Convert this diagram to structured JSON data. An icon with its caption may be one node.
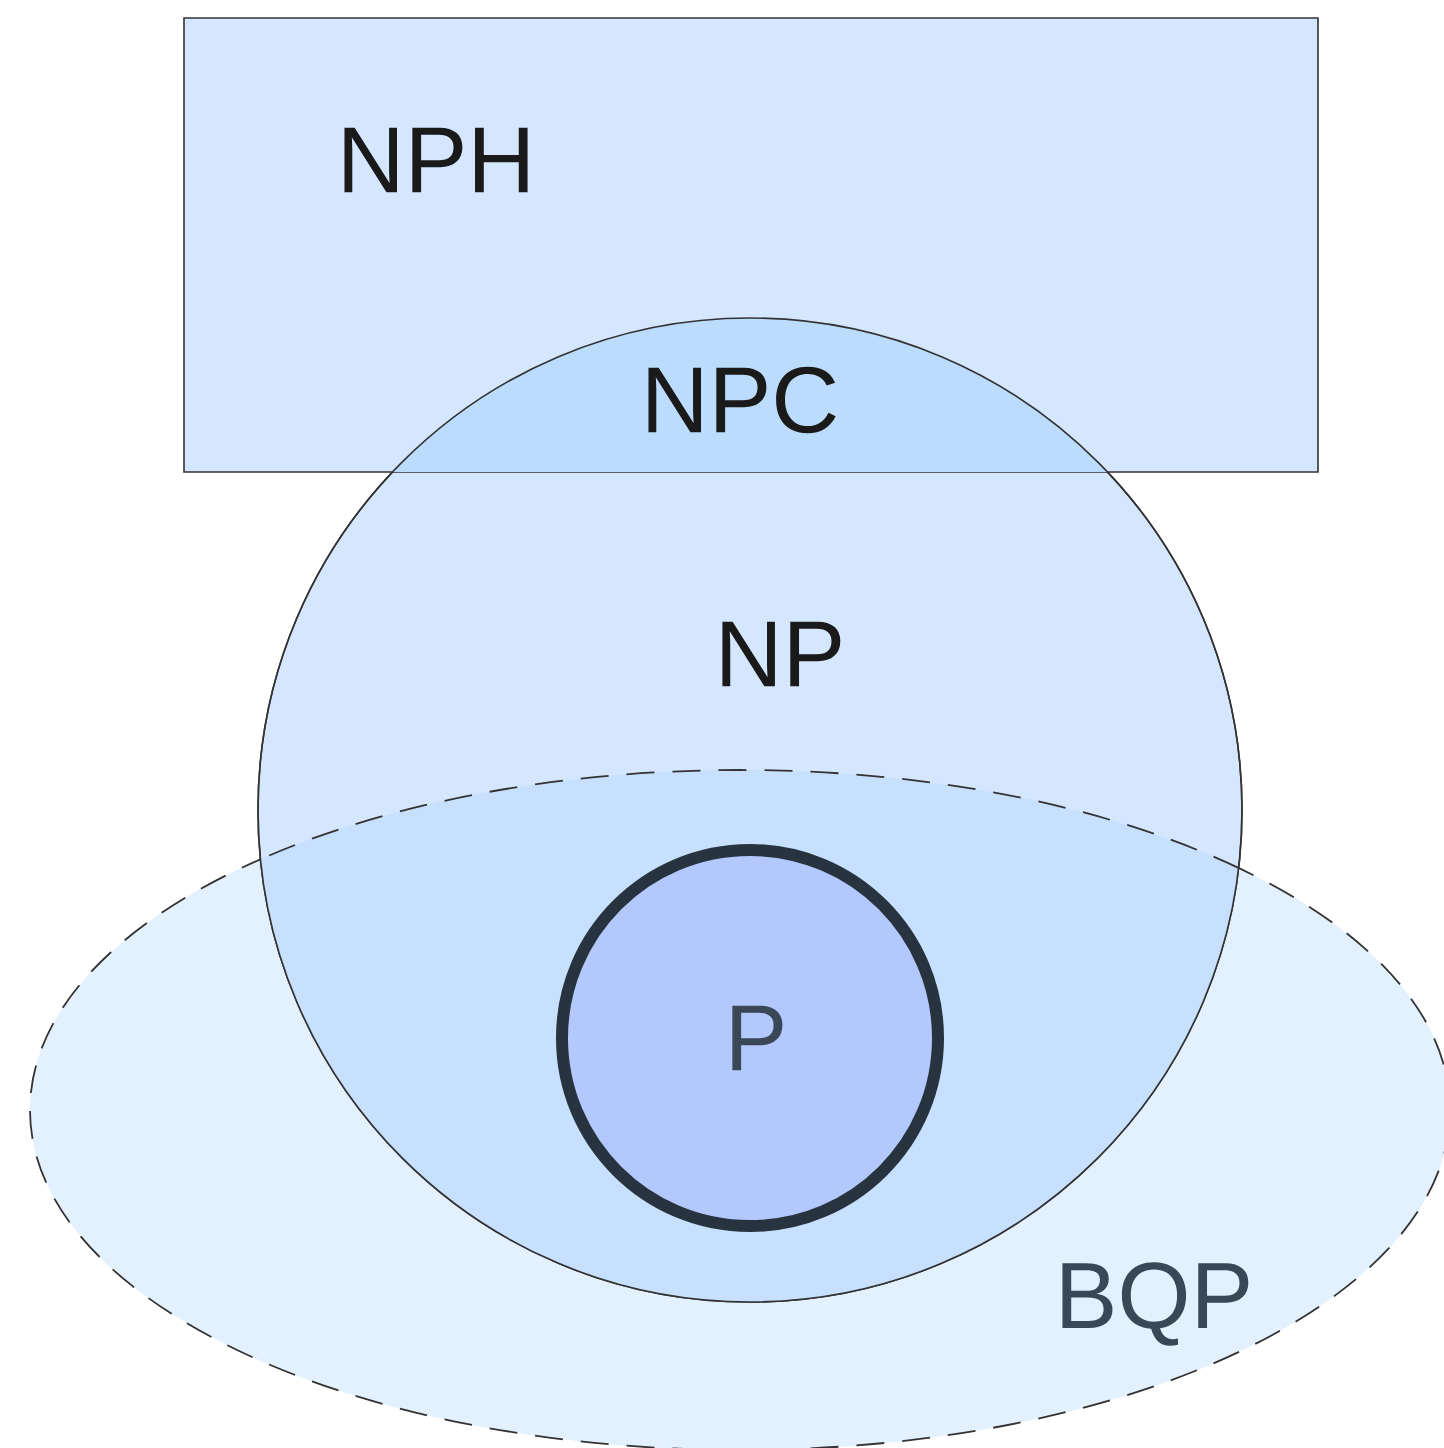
{
  "diagram": {
    "nodes": [
      {
        "text": [
          "NPH"
        ]
      },
      {
        "text": [
          "NP"
        ]
      },
      {
        "text": [
          "BQP"
        ]
      },
      {
        "text": [
          "P"
        ]
      }
    ],
    "labels": [
      "NPC"
    ]
  }
}
